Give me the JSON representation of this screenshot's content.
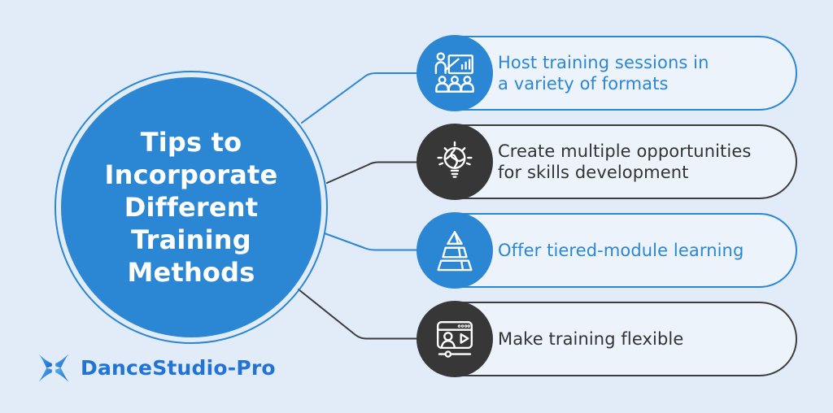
{
  "background_color": "#E1ECF8",
  "colors": {
    "accent_blue": "#2B86D3",
    "dark": "#373737",
    "pill_fill": "#ECF3FB",
    "pill_border_dark": "#3C3C3C",
    "text_dark": "#333333",
    "title_text": "#FFFFFF",
    "logo_blue": "#2173D6"
  },
  "center": {
    "title": "Tips to Incorporate Different Training Methods",
    "title_lines": [
      "Tips to",
      "Incorporate",
      "Different",
      "Training",
      "Methods"
    ]
  },
  "items": [
    {
      "accent": "blue",
      "icon": "presentation-icon",
      "text": "Host training sessions in a variety of formats",
      "lines": [
        "Host training sessions in",
        "a variety of formats"
      ]
    },
    {
      "accent": "dark",
      "icon": "lightbulb-puzzle-icon",
      "text": "Create multiple opportunities for skills development",
      "lines": [
        "Create multiple opportunities",
        "for skills development"
      ]
    },
    {
      "accent": "blue",
      "icon": "pyramid-icon",
      "text": "Offer tiered-module learning",
      "lines": [
        "Offer tiered-module learning"
      ]
    },
    {
      "accent": "dark",
      "icon": "video-player-icon",
      "text": "Make training flexible",
      "lines": [
        "Make training flexible"
      ]
    }
  ],
  "logo": {
    "text": "DanceStudio-Pro"
  }
}
